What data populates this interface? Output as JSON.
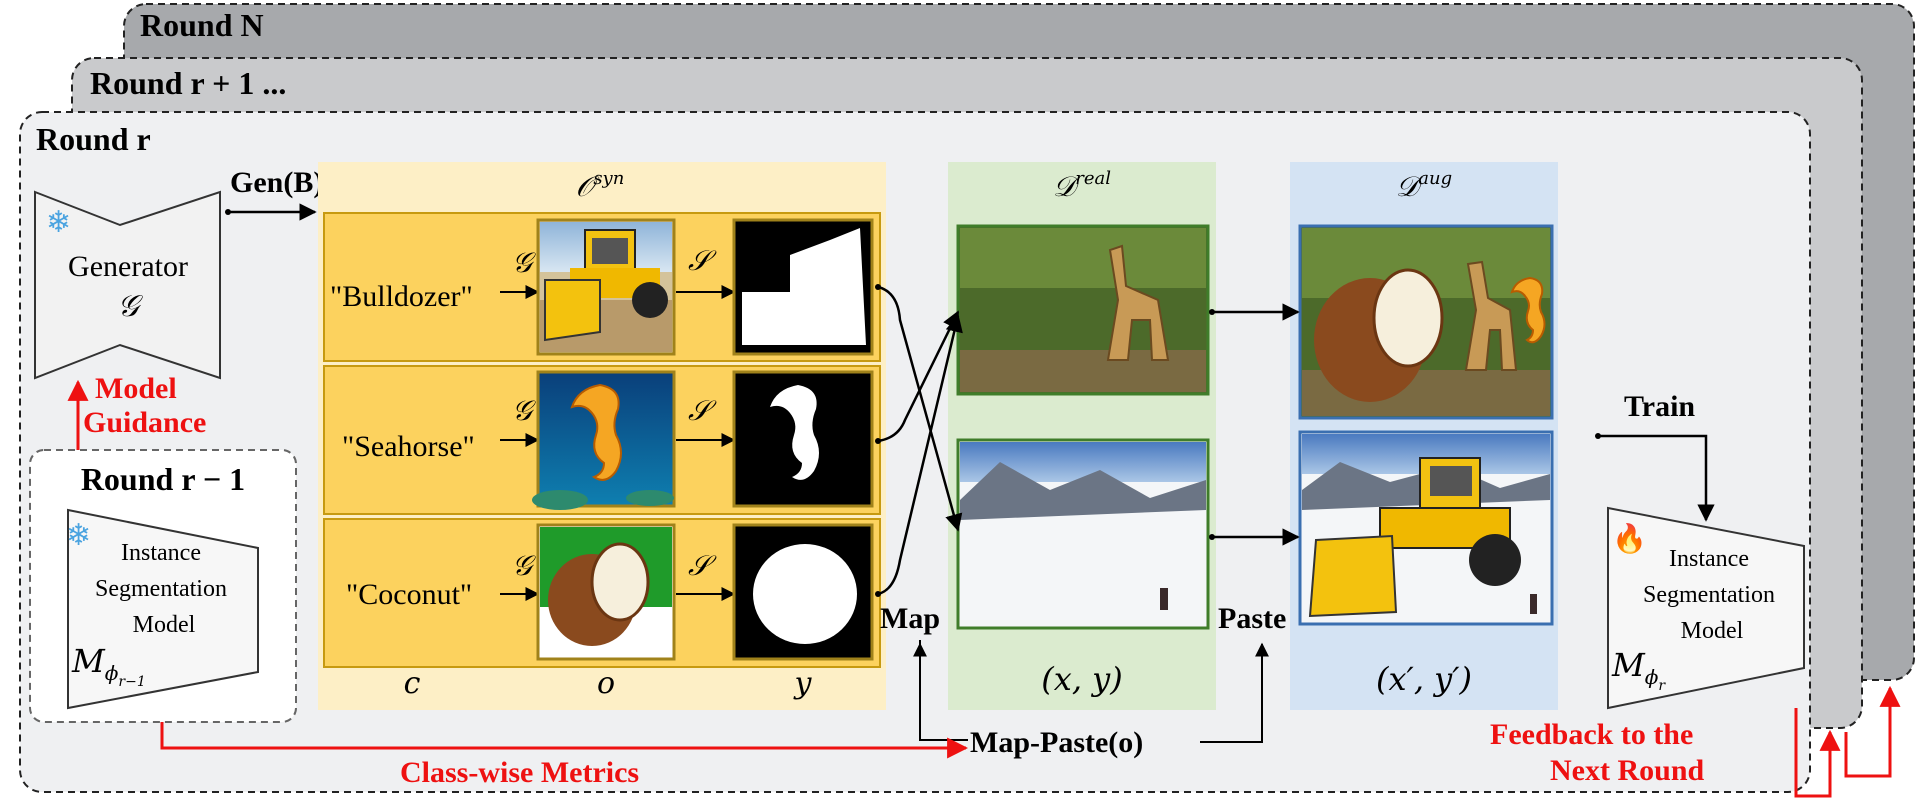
{
  "rounds": {
    "round_n": "Round N",
    "round_r_plus_1": "Round r + 1 ...",
    "round_r": "Round r",
    "round_r_minus_1": "Round r − 1"
  },
  "generator": {
    "label": "Generator",
    "symbol": "𝒢",
    "state_icon": "snowflake-icon"
  },
  "gen_label": "Gen(B)",
  "model_guidance": [
    "Model",
    "Guidance"
  ],
  "prev_model": {
    "lines": [
      "Instance",
      "Segmentation",
      "Model"
    ],
    "symbol": "M",
    "subscript": "ϕ",
    "subsub": "r−1",
    "state_icon": "snowflake-icon"
  },
  "synthetic": {
    "title": "𝒪",
    "title_sup": "syn",
    "rows": [
      {
        "prompt": "\"Bulldozer\"",
        "image": "bulldozer-image",
        "mask": "bulldozer-mask"
      },
      {
        "prompt": "\"Seahorse\"",
        "image": "seahorse-image",
        "mask": "seahorse-mask"
      },
      {
        "prompt": "\"Coconut\"",
        "image": "coconut-image",
        "mask": "coconut-mask"
      }
    ],
    "gen_symbol": "𝒢",
    "seg_symbol": "𝒮",
    "col_labels": [
      "c",
      "o",
      "y"
    ]
  },
  "real": {
    "title": "𝒟",
    "title_sup": "real",
    "images": [
      "giraffe-forest-image",
      "snow-skier-image"
    ],
    "caption": "(x, y)"
  },
  "aug": {
    "title": "𝒟",
    "title_sup": "aug",
    "images": [
      "coconut-giraffe-seahorse-image",
      "bulldozer-snow-image"
    ],
    "caption": "(x′, y′)"
  },
  "map_label": "Map",
  "paste_label": "Paste",
  "map_paste_label": "Map-Paste(o)",
  "train_label": "Train",
  "class_metrics_label": "Class-wise Metrics",
  "feedback": [
    "Feedback to the",
    "Next Round"
  ],
  "current_model": {
    "lines": [
      "Instance",
      "Segmentation",
      "Model"
    ],
    "symbol": "M",
    "subscript": "ϕ",
    "subsub": "r",
    "state_icon": "fire-icon"
  },
  "colors": {
    "red": "#ee1111",
    "syn_bg": "#fdefc6",
    "syn_row": "#fcd25e",
    "real_bg": "#dbebcf",
    "aug_bg": "#d4e3f3",
    "round_n_bg": "#a7a9ac",
    "round_r1_bg": "#c9cacc",
    "round_r_bg": "#eff0f2"
  }
}
